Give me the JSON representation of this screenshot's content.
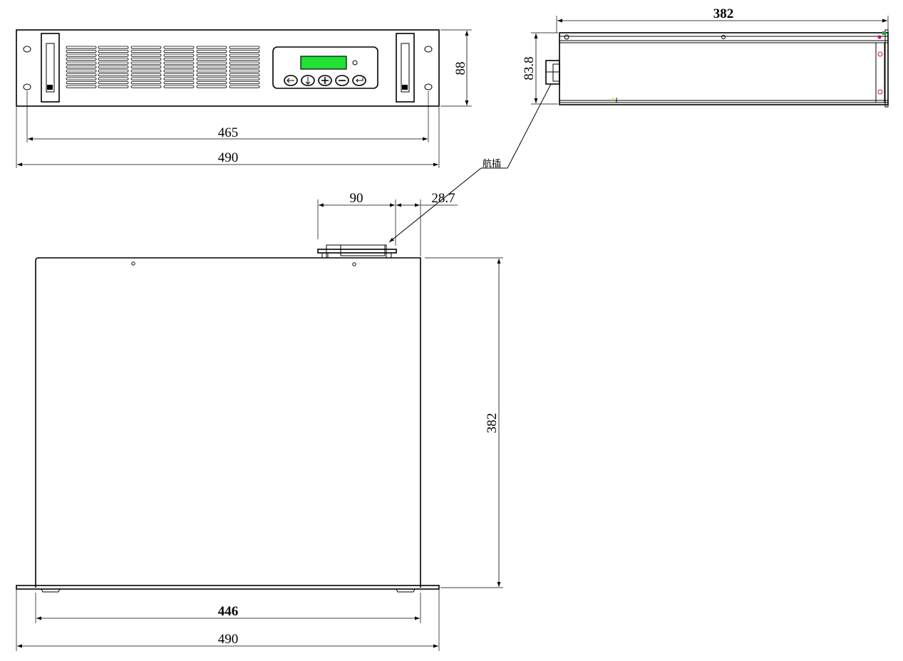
{
  "front_view": {
    "height_dim": "88",
    "hole_spacing_dim": "465",
    "panel_width_dim": "490",
    "lcd_color": "#22e034",
    "keypad_buttons": [
      {
        "icon": "left-arrow-icon"
      },
      {
        "icon": "down-arrow-icon"
      },
      {
        "icon": "plus-icon"
      },
      {
        "icon": "minus-icon"
      },
      {
        "icon": "enter-icon"
      }
    ]
  },
  "side_view": {
    "length_dim": "382",
    "height_dim": "83.8",
    "connector_label": "航插"
  },
  "top_view": {
    "connector_width_dim": "90",
    "connector_offset_dim": "28.7",
    "depth_dim": "382",
    "body_width_dim": "446",
    "panel_width_dim": "490"
  }
}
